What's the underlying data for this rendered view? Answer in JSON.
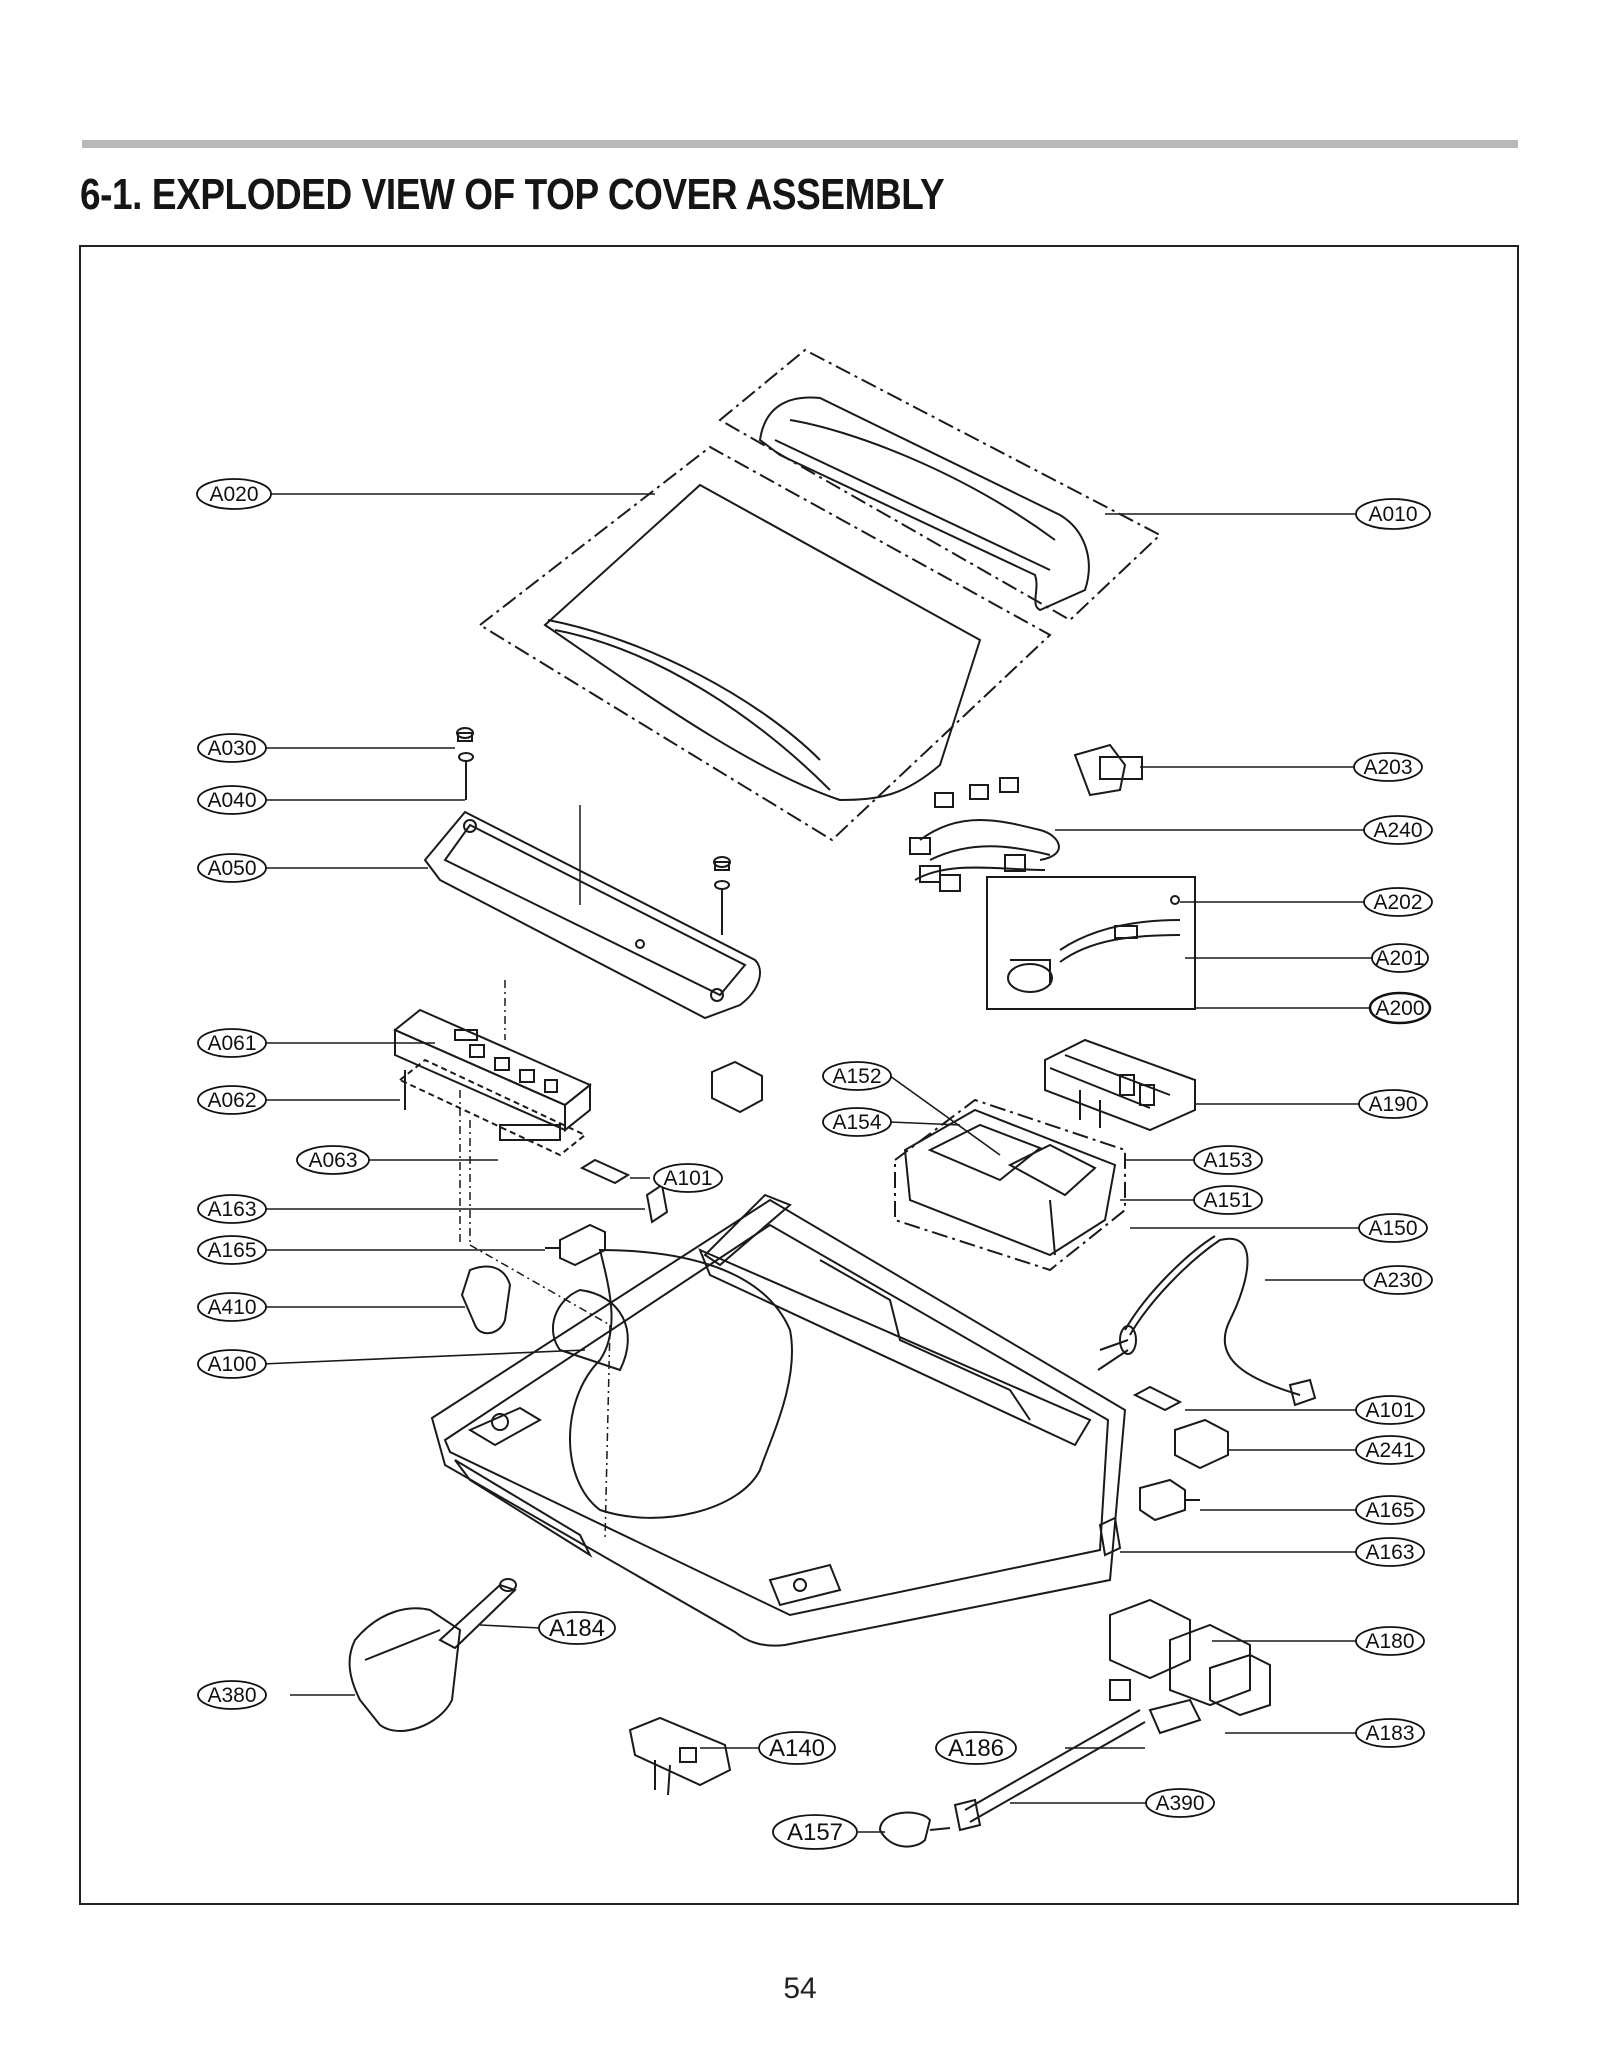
{
  "page": {
    "title": "6-1. EXPLODED VIEW OF TOP COVER ASSEMBLY",
    "page_number": "54"
  },
  "callouts": {
    "A020": "A020",
    "A010": "A010",
    "A030": "A030",
    "A040": "A040",
    "A050": "A050",
    "A203": "A203",
    "A240": "A240",
    "A202": "A202",
    "A201": "A201",
    "A200": "A200",
    "A061": "A061",
    "A062": "A062",
    "A063": "A063",
    "A152": "A152",
    "A154": "A154",
    "A153": "A153",
    "A151": "A151",
    "A190": "A190",
    "A150": "A150",
    "A230": "A230",
    "A101_left": "A101",
    "A101_right": "A101",
    "A163_left": "A163",
    "A163_right": "A163",
    "A165_left": "A165",
    "A165_right": "A165",
    "A410": "A410",
    "A100": "A100",
    "A241": "A241",
    "A180": "A180",
    "A183": "A183",
    "A184": "A184",
    "A380": "A380",
    "A140": "A140",
    "A186": "A186",
    "A390": "A390",
    "A157": "A157"
  }
}
